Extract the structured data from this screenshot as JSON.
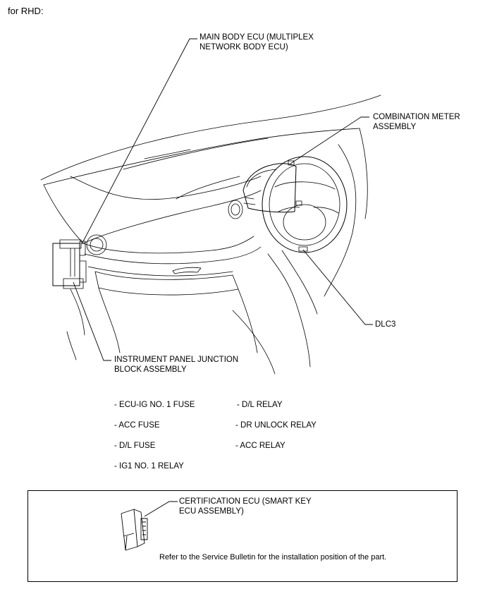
{
  "header": {
    "title": "for RHD:"
  },
  "callouts": {
    "main_body_ecu": "MAIN BODY ECU (MULTIPLEX\nNETWORK BODY ECU)",
    "combination_meter": "COMBINATION METER\nASSEMBLY",
    "dlc3": "DLC3",
    "instrument_panel_jb": "INSTRUMENT PANEL JUNCTION\nBLOCK ASSEMBLY"
  },
  "jb_components": {
    "left": [
      "- ECU-IG NO. 1 FUSE",
      "- ACC FUSE",
      "- D/L FUSE",
      "- IG1 NO. 1 RELAY"
    ],
    "right": [
      "- D/L RELAY",
      "- DR UNLOCK RELAY",
      "- ACC RELAY"
    ]
  },
  "note_box": {
    "label": "CERTIFICATION ECU (SMART KEY\nECU ASSEMBLY)",
    "note": "Refer to the Service Bulletin for the installation position of the part."
  }
}
